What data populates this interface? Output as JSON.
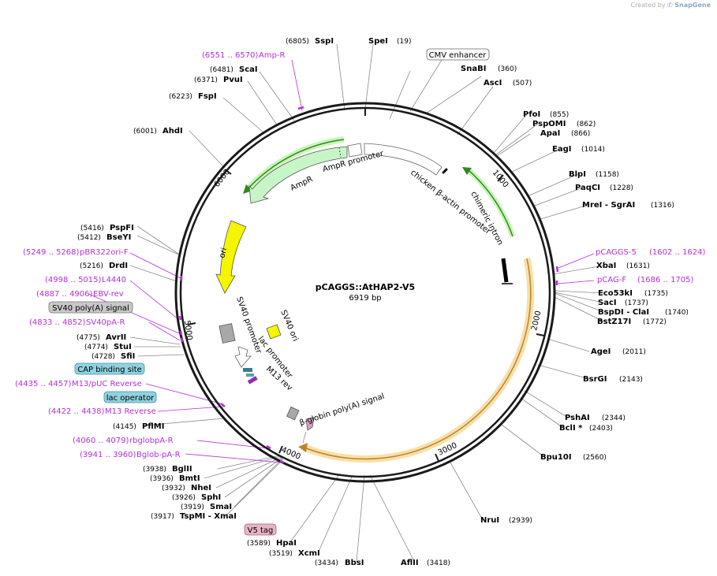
{
  "credit": {
    "prefix": "Created by",
    "brand": "SnapGene"
  },
  "plasmid": {
    "name": "pCAGGS::AtHAP2-V5",
    "size": "6919 bp"
  },
  "ticks": [
    "1000",
    "2000",
    "3000",
    "4000",
    "5000",
    "6000"
  ],
  "sites_right": [
    {
      "name": "SpeI",
      "pos": "(19)"
    },
    {
      "name": "SnaBI",
      "pos": "(360)"
    },
    {
      "name": "AscI",
      "pos": "(507)"
    },
    {
      "name": "PfoI",
      "pos": "(855)"
    },
    {
      "name": "PspOMI",
      "pos": "(862)"
    },
    {
      "name": "ApaI",
      "pos": "(866)"
    },
    {
      "name": "EagI",
      "pos": "(1014)"
    },
    {
      "name": "BlpI",
      "pos": "(1158)"
    },
    {
      "name": "PaqCI",
      "pos": "(1228)"
    },
    {
      "name": "MreI - SgrAI",
      "pos": "(1316)"
    },
    {
      "name": "XbaI",
      "pos": "(1631)"
    },
    {
      "name": "Eco53kI",
      "pos": "(1735)"
    },
    {
      "name": "SacI",
      "pos": "(1737)"
    },
    {
      "name": "BspDI - ClaI",
      "pos": "(1740)"
    },
    {
      "name": "BstZ17I",
      "pos": "(1772)"
    },
    {
      "name": "AgeI",
      "pos": "(2011)"
    },
    {
      "name": "BsrGI",
      "pos": "(2143)"
    },
    {
      "name": "PshAI",
      "pos": "(2344)"
    },
    {
      "name": "BclI *",
      "pos": "(2403)"
    },
    {
      "name": "Bpu10I",
      "pos": "(2560)"
    },
    {
      "name": "NruI",
      "pos": "(2939)"
    }
  ],
  "sites_bottom": [
    {
      "name": "AflII",
      "pos": "(3418)"
    },
    {
      "name": "BbsI",
      "pos": "(3434)"
    },
    {
      "name": "XcmI",
      "pos": "(3519)"
    },
    {
      "name": "HpaI",
      "pos": "(3589)"
    }
  ],
  "sites_left": [
    {
      "name": "SspI",
      "pos": "(6805)"
    },
    {
      "name": "ScaI",
      "pos": "(6481)"
    },
    {
      "name": "PvuI",
      "pos": "(6371)"
    },
    {
      "name": "FspI",
      "pos": "(6223)"
    },
    {
      "name": "AhdI",
      "pos": "(6001)"
    },
    {
      "name": "PspFI",
      "pos": "(5416)"
    },
    {
      "name": "BseYI",
      "pos": "(5412)"
    },
    {
      "name": "DrdI",
      "pos": "(5216)"
    },
    {
      "name": "AvrII",
      "pos": "(4775)"
    },
    {
      "name": "StuI",
      "pos": "(4774)"
    },
    {
      "name": "SfiI",
      "pos": "(4728)"
    },
    {
      "name": "PflMI",
      "pos": "(4145)"
    },
    {
      "name": "BglII",
      "pos": "(3938)"
    },
    {
      "name": "BmtI",
      "pos": "(3936)"
    },
    {
      "name": "NheI",
      "pos": "(3932)"
    },
    {
      "name": "SphI",
      "pos": "(3926)"
    },
    {
      "name": "SmaI",
      "pos": "(3919)"
    },
    {
      "name": "TspMI - XmaI",
      "pos": "(3917)"
    }
  ],
  "primers": [
    {
      "name": "Amp-R",
      "range": "(6551 .. 6570)"
    },
    {
      "name": "pCAGGS-5",
      "range": "(1602 .. 1624)"
    },
    {
      "name": "pCAG-F",
      "range": "(1686 .. 1705)"
    },
    {
      "name": "pBR322ori-F",
      "range": "(5249 .. 5268)"
    },
    {
      "name": "L4440",
      "range": "(4998 .. 5015)"
    },
    {
      "name": "EBV-rev",
      "range": "(4887 .. 4906)"
    },
    {
      "name": "SV40pA-R",
      "range": "(4833 .. 4852)"
    },
    {
      "name": "M13/pUC Reverse",
      "range": "(4435 .. 4457)"
    },
    {
      "name": "M13 Reverse",
      "range": "(4422 .. 4438)"
    },
    {
      "name": "rbglobpA-R",
      "range": "(4060 .. 4079)"
    },
    {
      "name": "Bglob-pA-R",
      "range": "(3941 .. 3960)"
    }
  ],
  "boxed_features": [
    {
      "name": "CMV enhancer",
      "color": "#ffffff"
    },
    {
      "name": "SV40 poly(A) signal",
      "color": "#c8c8c8"
    },
    {
      "name": "CAP binding site",
      "color": "#8fd3e0"
    },
    {
      "name": "lac operator",
      "color": "#8fd3e0"
    },
    {
      "name": "V5 tag",
      "color": "#e8b4c4"
    }
  ],
  "inner_features": [
    {
      "name": "AmpR promoter"
    },
    {
      "name": "AmpR"
    },
    {
      "name": "ori"
    },
    {
      "name": "chicken β-actin promoter"
    },
    {
      "name": "chimeric intron"
    },
    {
      "name": "SV40 promoter"
    },
    {
      "name": "SV40 ori"
    },
    {
      "name": "lac promoter"
    },
    {
      "name": "M13 rev"
    },
    {
      "name": "β-globin poly(A) signal"
    }
  ],
  "colors": {
    "primer": "#b52fd9",
    "ampr": "#c8f5c8",
    "ori": "#f5f500",
    "intron": "#90e070",
    "cds": "#f5c880",
    "backbone": "#222222"
  }
}
